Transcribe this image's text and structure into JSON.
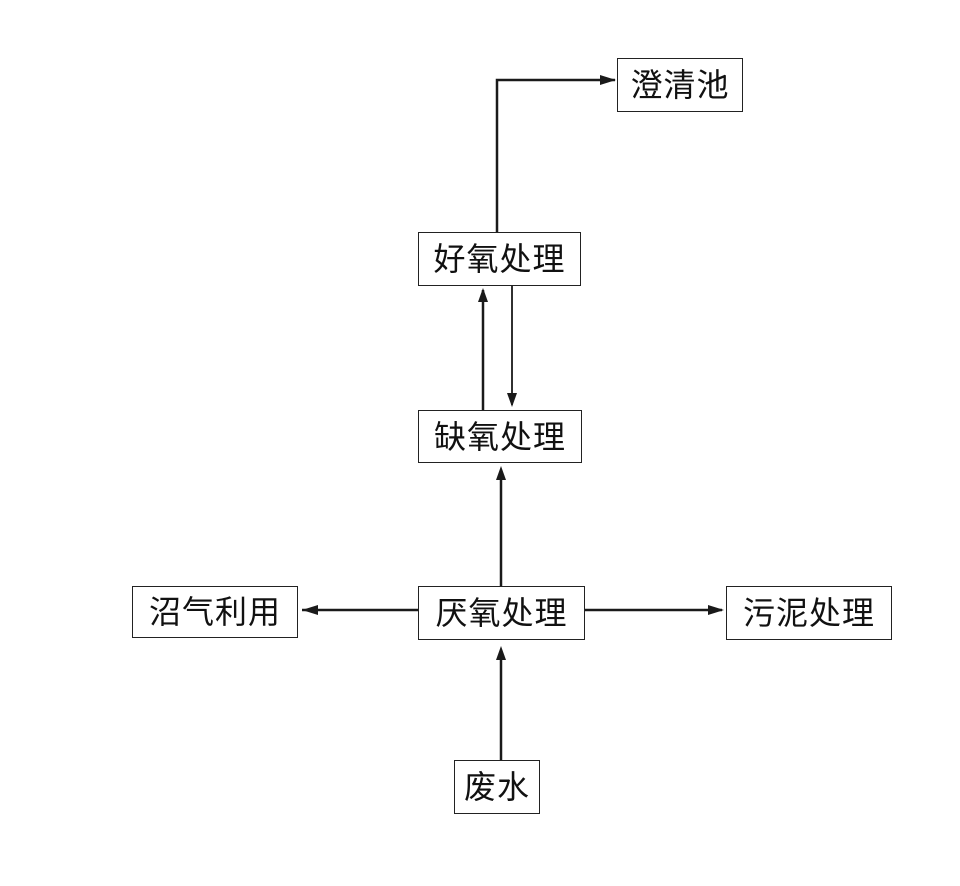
{
  "nodes": {
    "clarifier": "澄清池",
    "aerobic": "好氧处理",
    "anoxic": "缺氧处理",
    "anaerobic": "厌氧处理",
    "biogas": "沼气利用",
    "sludge": "污泥处理",
    "wastewater": "废水"
  },
  "colors": {
    "line": "#1a1a1a",
    "box_border": "#222222",
    "text": "#111111"
  }
}
